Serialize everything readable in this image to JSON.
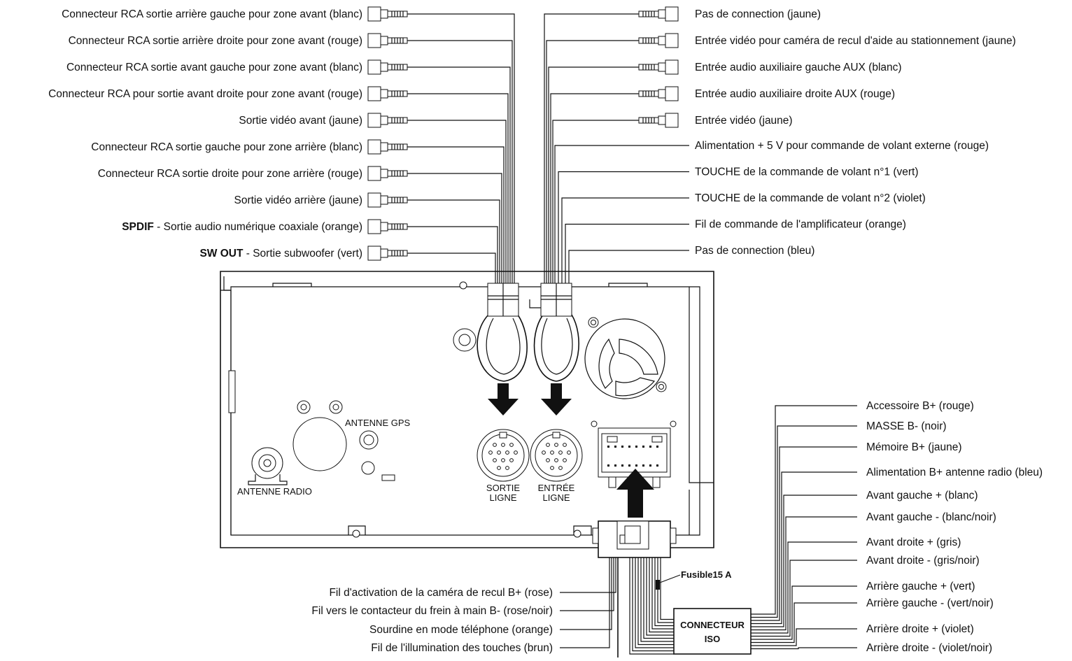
{
  "left_rca": [
    {
      "bold": "",
      "text": "Connecteur RCA sortie arrière gauche pour zone avant (blanc)"
    },
    {
      "bold": "",
      "text": "Connecteur RCA sortie arrière droite pour zone avant (rouge)"
    },
    {
      "bold": "",
      "text": "Connecteur RCA sortie avant gauche pour zone avant (blanc)"
    },
    {
      "bold": "",
      "text": "Connecteur RCA pour sortie avant droite pour zone avant (rouge)"
    },
    {
      "bold": "",
      "text": "Sortie vidéo avant (jaune)"
    },
    {
      "bold": "",
      "text": "Connecteur RCA sortie gauche pour zone arrière (blanc)"
    },
    {
      "bold": "",
      "text": "Connecteur RCA sortie droite pour zone arrière (rouge)"
    },
    {
      "bold": "",
      "text": "Sortie vidéo arrière (jaune)"
    },
    {
      "bold": "SPDIF",
      "text": " - Sortie audio numérique coaxiale (orange)"
    },
    {
      "bold": "SW OUT",
      "text": " - Sortie subwoofer (vert)"
    }
  ],
  "right_rca": [
    "Pas de connection (jaune)",
    "Entrée vidéo pour caméra de recul d'aide au stationnement (jaune)",
    "Entrée audio auxiliaire gauche AUX (blanc)",
    "Entrée audio auxiliaire droite AUX (rouge)",
    "Entrée vidéo (jaune)"
  ],
  "right_wires": [
    "Alimentation + 5 V pour commande de volant externe (rouge)",
    "TOUCHE de la commande de volant n°1 (vert)",
    "TOUCHE de la commande de volant n°2 (violet)",
    "Fil de commande de l'amplificateur (orange)",
    "Pas de connection (bleu)"
  ],
  "iso_wires": [
    "Accessoire B+ (rouge)",
    "MASSE B- (noir)",
    "Mémoire B+ (jaune)",
    "Alimentation B+ antenne radio (bleu)",
    "Avant gauche + (blanc)",
    "Avant gauche - (blanc/noir)",
    "Avant droite + (gris)",
    "Avant droite - (gris/noir)",
    "Arrière gauche + (vert)",
    "Arrière gauche - (vert/noir)",
    "Arrière droite + (violet)",
    "Arrière droite - (violet/noir)"
  ],
  "bottom_wires": [
    "Fil d'activation de la caméra de recul B+ (rose)",
    "Fil vers le contacteur du frein à main B- (rose/noir)",
    "Sourdine en mode téléphone (orange)",
    "Fil de l'illumination des  touches (brun)"
  ],
  "unit_labels": {
    "antenna_radio": "ANTENNE RADIO",
    "antenna_gps": "ANTENNE GPS",
    "line_out_1": "SORTIE",
    "line_out_2": "LIGNE",
    "line_in_1": "ENTRÉE",
    "line_in_2": "LIGNE",
    "fuse": "Fusible15 A",
    "iso_1": "CONNECTEUR",
    "iso_2": "ISO"
  }
}
